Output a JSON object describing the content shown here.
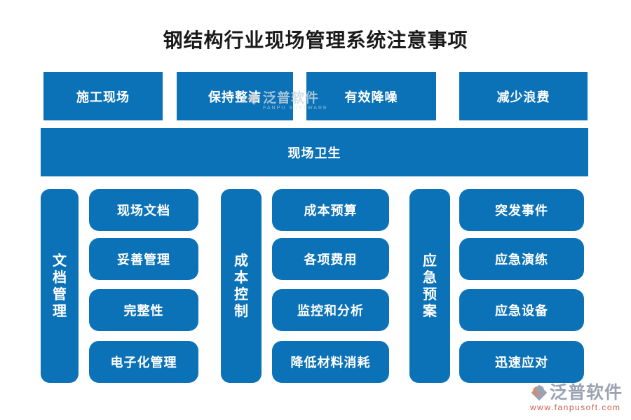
{
  "title": "钢结构行业现场管理系统注意事项",
  "top_buttons": [
    "施工现场",
    "保持整洁",
    "有效降噪",
    "减少浪费"
  ],
  "banner": "现场卫生",
  "groups": [
    {
      "category": "文档管理",
      "items": [
        "现场文档",
        "妥善管理",
        "完整性",
        "电子化管理"
      ]
    },
    {
      "category": "成本控制",
      "items": [
        "成本预算",
        "各项费用",
        "监控和分析",
        "降低材料消耗"
      ]
    },
    {
      "category": "应急预案",
      "items": [
        "突发事件",
        "应急演练",
        "应急设备",
        "迅速应对"
      ]
    }
  ],
  "watermark": {
    "brand": "泛普软件",
    "brand_en": "FANPU SOFTWARE",
    "url": "www.fanpusoft.com"
  },
  "colors": {
    "primary_blue": "#0c72b7",
    "title_text": "#1a1a1a",
    "box_text": "#ffffff",
    "watermark_gray": "#9aa2b3",
    "watermark_url": "#d2604d",
    "logo_orange": "#e08a5c"
  }
}
